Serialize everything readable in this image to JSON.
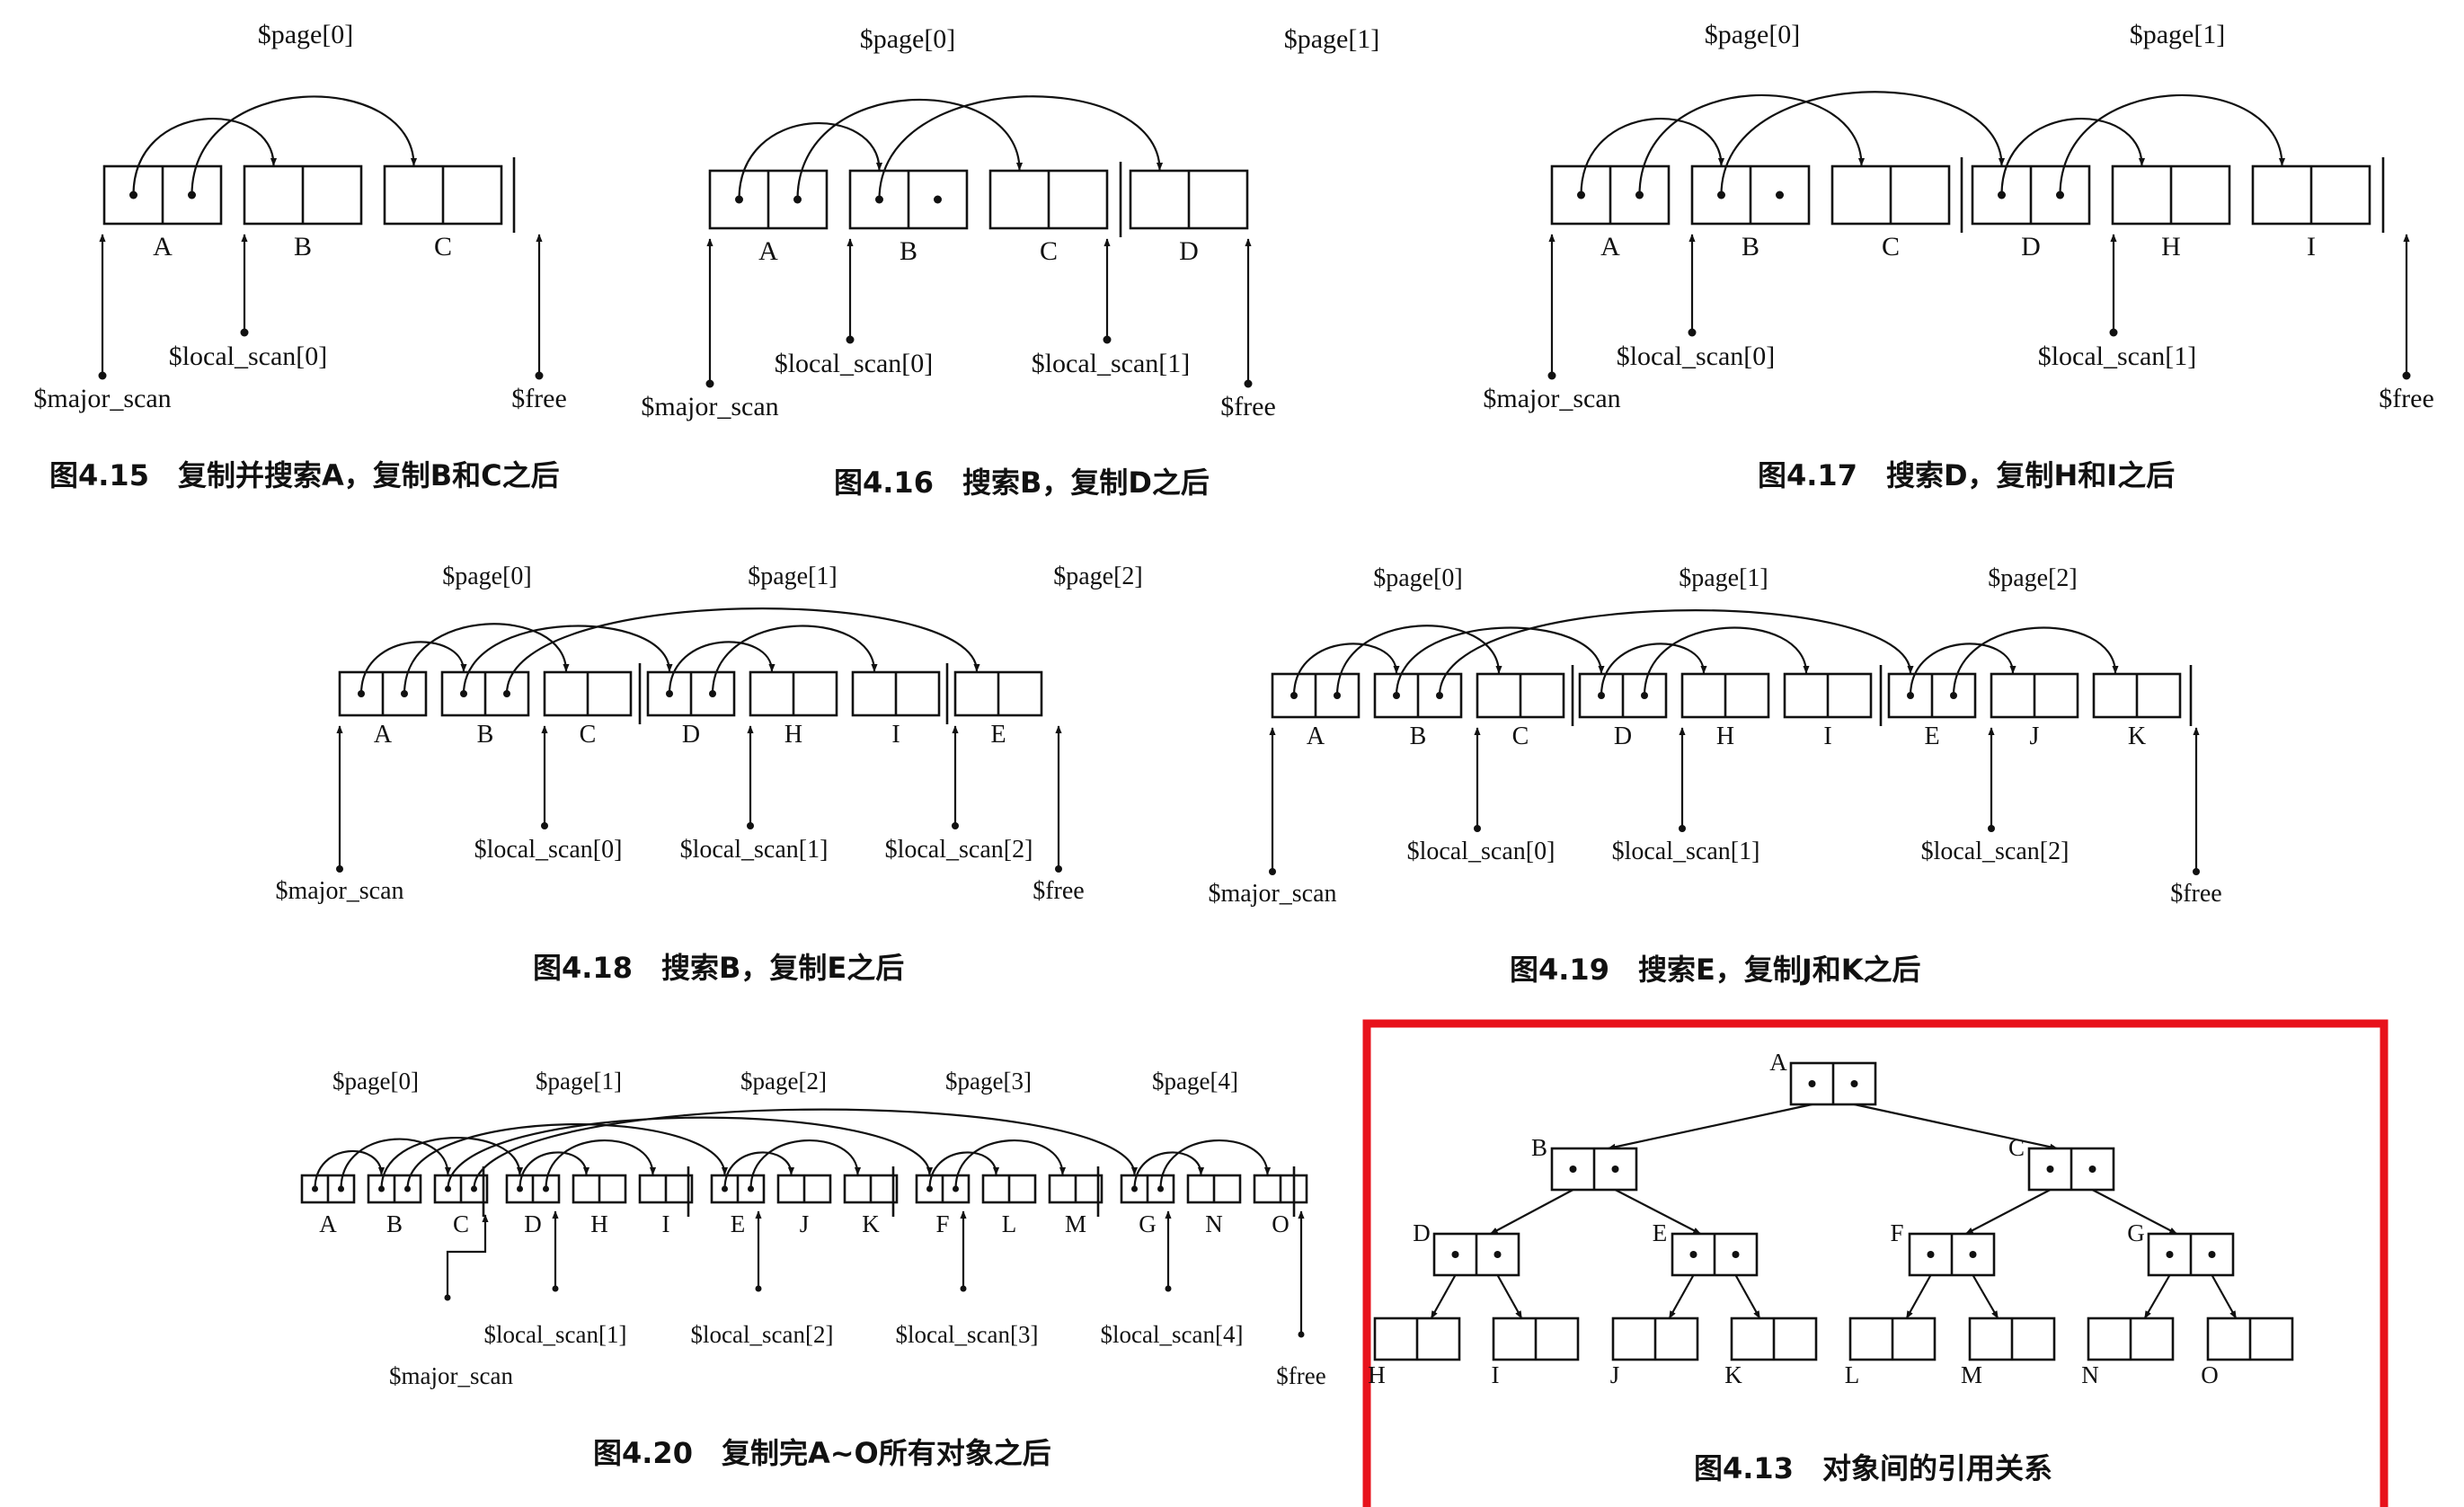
{
  "figures": [
    {
      "id": "fig-4-15",
      "caption": "图4.15　复制并搜索A，复制B和C之后",
      "pages": [
        "$page[0]"
      ],
      "objects": [
        "A",
        "B",
        "C"
      ],
      "pointers": [
        "$major_scan",
        "$local_scan[0]",
        "$free"
      ]
    },
    {
      "id": "fig-4-16",
      "caption": "图4.16　搜索B，复制D之后",
      "pages": [
        "$page[0]",
        "$page[1]"
      ],
      "objects": [
        "A",
        "B",
        "C",
        "D"
      ],
      "pointers": [
        "$major_scan",
        "$local_scan[0]",
        "$local_scan[1]",
        "$free"
      ]
    },
    {
      "id": "fig-4-17",
      "caption": "图4.17　搜索D，复制H和I之后",
      "pages": [
        "$page[0]",
        "$page[1]"
      ],
      "objects": [
        "A",
        "B",
        "C",
        "D",
        "H",
        "I"
      ],
      "pointers": [
        "$major_scan",
        "$local_scan[0]",
        "$local_scan[1]",
        "$free"
      ]
    },
    {
      "id": "fig-4-18",
      "caption": "图4.18　搜索B，复制E之后",
      "pages": [
        "$page[0]",
        "$page[1]",
        "$page[2]"
      ],
      "objects": [
        "A",
        "B",
        "C",
        "D",
        "H",
        "I",
        "E"
      ],
      "pointers": [
        "$major_scan",
        "$local_scan[0]",
        "$local_scan[1]",
        "$local_scan[2]",
        "$free"
      ]
    },
    {
      "id": "fig-4-19",
      "caption": "图4.19　搜索E，复制J和K之后",
      "pages": [
        "$page[0]",
        "$page[1]",
        "$page[2]"
      ],
      "objects": [
        "A",
        "B",
        "C",
        "D",
        "H",
        "I",
        "E",
        "J",
        "K"
      ],
      "pointers": [
        "$major_scan",
        "$local_scan[0]",
        "$local_scan[1]",
        "$local_scan[2]",
        "$free"
      ]
    },
    {
      "id": "fig-4-20",
      "caption": "图4.20　复制完A~O所有对象之后",
      "pages": [
        "$page[0]",
        "$page[1]",
        "$page[2]",
        "$page[3]",
        "$page[4]"
      ],
      "objects": [
        "A",
        "B",
        "C",
        "D",
        "H",
        "I",
        "E",
        "J",
        "K",
        "F",
        "L",
        "M",
        "G",
        "N",
        "O"
      ],
      "pointers": [
        "$local_scan[1]",
        "$local_scan[2]",
        "$local_scan[3]",
        "$local_scan[4]",
        "$major_scan",
        "$free"
      ]
    },
    {
      "id": "fig-4-13",
      "caption": "图4.13　对象间的引用关系",
      "tree_nodes": [
        "A",
        "B",
        "C",
        "D",
        "E",
        "F",
        "G",
        "H",
        "I",
        "J",
        "K",
        "L",
        "M",
        "N",
        "O"
      ],
      "edges": [
        [
          "A",
          "B"
        ],
        [
          "A",
          "C"
        ],
        [
          "B",
          "D"
        ],
        [
          "B",
          "E"
        ],
        [
          "C",
          "F"
        ],
        [
          "C",
          "G"
        ],
        [
          "D",
          "H"
        ],
        [
          "D",
          "I"
        ],
        [
          "E",
          "J"
        ],
        [
          "E",
          "K"
        ],
        [
          "F",
          "L"
        ],
        [
          "F",
          "M"
        ],
        [
          "G",
          "N"
        ],
        [
          "G",
          "O"
        ]
      ]
    }
  ],
  "highlight": {
    "target": "fig-4-13",
    "color": "#e8121b"
  },
  "colors": {
    "ink": "#111111",
    "background": "#ffffff"
  }
}
